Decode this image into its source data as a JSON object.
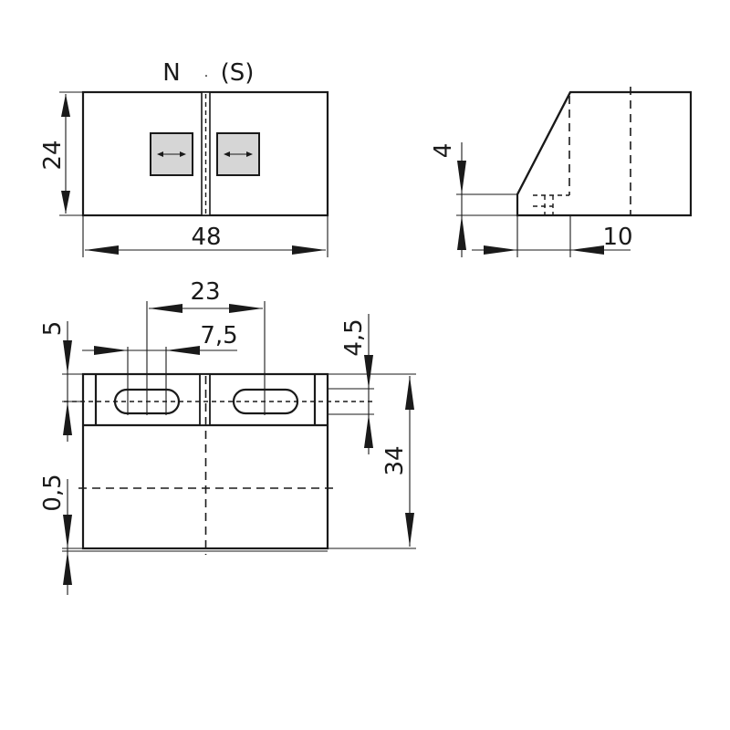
{
  "labels": {
    "north": "N",
    "dot": ".",
    "south": "(S)",
    "dim_width": "48",
    "dim_height": "24",
    "dim_step": "4",
    "dim_depth": "10",
    "dim_slot_spacing": "23",
    "dim_slot_length": "7,5",
    "dim_slot_offset": "5",
    "dim_slot_height": "4,5",
    "dim_total_height": "34",
    "dim_thickness": "0,5"
  }
}
